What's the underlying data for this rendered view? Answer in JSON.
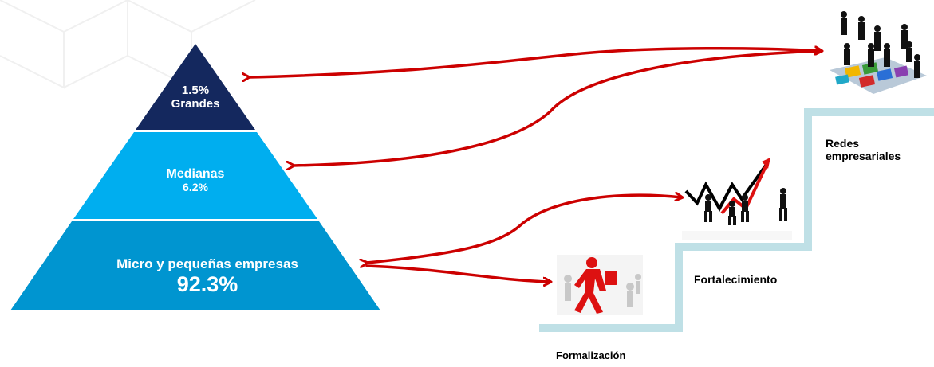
{
  "pyramid": {
    "top": {
      "line1": "1.5%",
      "line2": "Grandes"
    },
    "middle": {
      "line1": "Medianas",
      "line2": "6.2%"
    },
    "bottom": {
      "line1": "Micro y pequeñas empresas",
      "line2": "92.3%"
    },
    "colors": {
      "top": "#14285e",
      "middle": "#00aeef",
      "bottom": "#0095d0"
    }
  },
  "stairs": {
    "step1": "Formalización",
    "step2": "Fortalecimiento",
    "step3_line1": "Redes",
    "step3_line2": "empresariales",
    "color": "#bfe0e6"
  },
  "arrows": {
    "color": "#cc0000"
  },
  "icons": {
    "formalization": "running-businessman-icon",
    "strengthening": "growth-chart-team-icon",
    "networks": "puzzle-network-people-icon"
  }
}
